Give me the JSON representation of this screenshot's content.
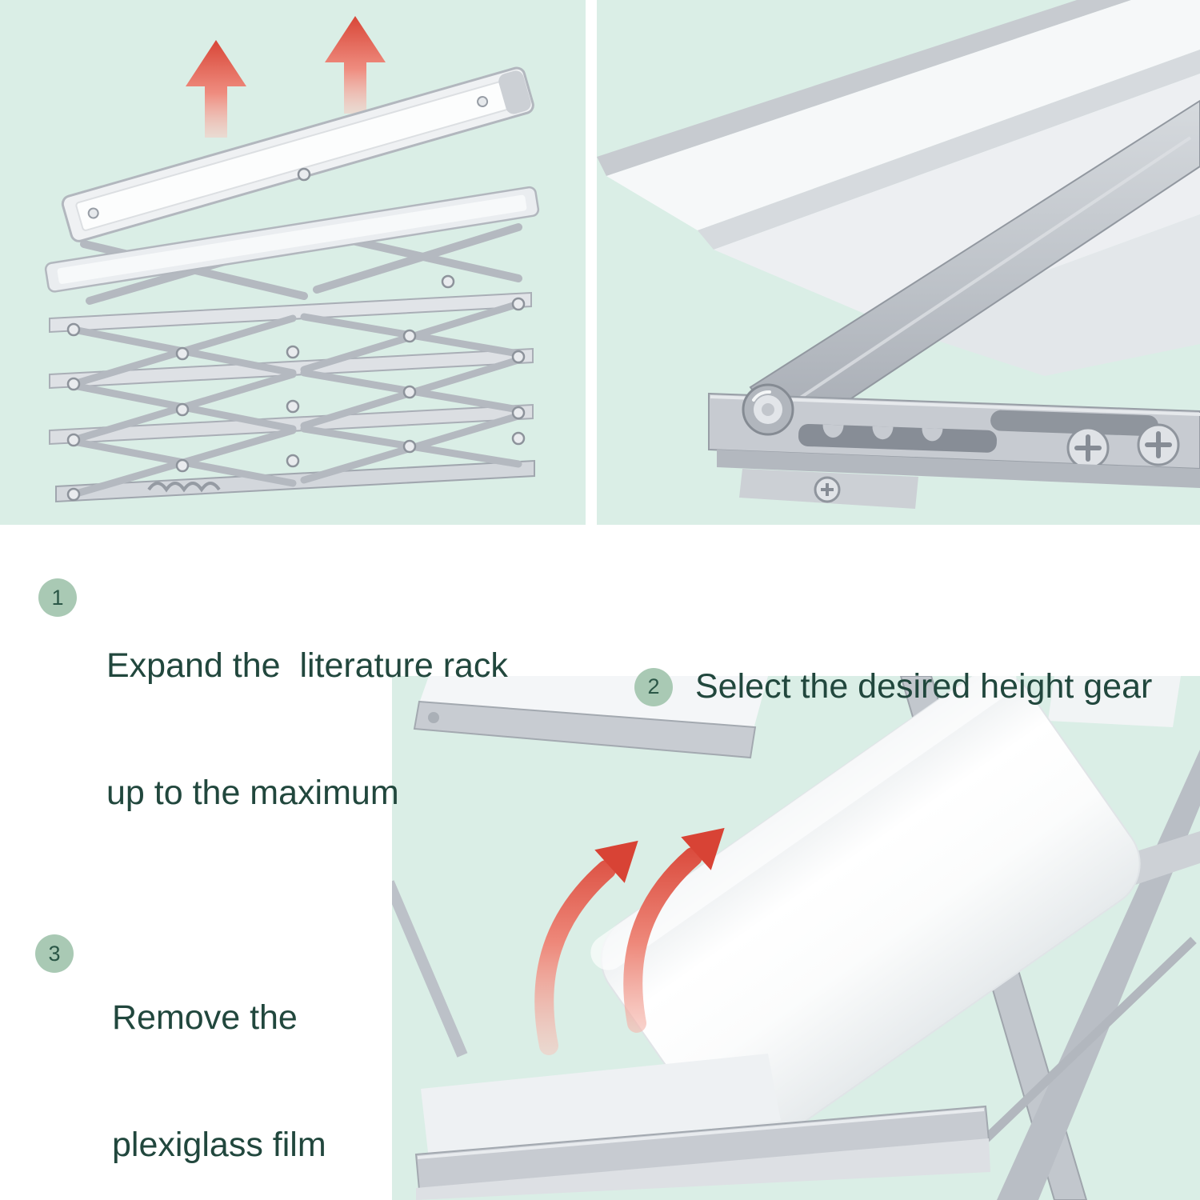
{
  "steps": [
    {
      "number": "1",
      "line1": "Expand the  literature rack",
      "line2": "up to the maximum"
    },
    {
      "number": "2",
      "line1": "Select the desired height gear"
    },
    {
      "number": "3",
      "line1": "Remove the",
      "line2": "plexiglass film"
    }
  ],
  "illustrations": {
    "top_left": "folded literature rack being expanded upward, two red up arrows",
    "top_right": "close-up of height adjustment gear rail with pivot arm and screws",
    "bottom_right": "protective film being peeled off plexiglass, two red curved arrows"
  },
  "colors": {
    "mint_background": "#daeee6",
    "step_text": "#21473d",
    "step_badge_background": "#a9c9b4",
    "step_badge_number": "#2b5747",
    "arrow_red": "#d84637",
    "arrow_pink": "#f6beb4",
    "aluminum_silver": "#c7cbd1",
    "panel_white": "#ffffff"
  }
}
